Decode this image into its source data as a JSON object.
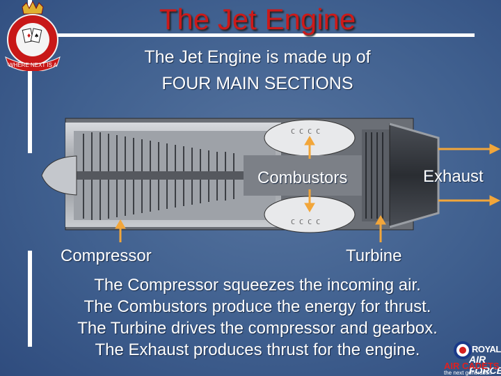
{
  "title": "The Jet Engine",
  "subtitle_line1": "The Jet Engine is made up of",
  "subtitle_line2": "FOUR MAIN SECTIONS",
  "labels": {
    "combustors": "Combustors",
    "exhaust": "Exhaust",
    "compressor": "Compressor",
    "turbine": "Turbine"
  },
  "statements": [
    "The Compressor squeezes the incoming air.",
    "The Combustors produce the energy for thrust.",
    "The Turbine drives the compressor and gearbox.",
    "The Exhaust produces thrust for the engine."
  ],
  "crest_text": "WHERE NEXT IS A",
  "logo": {
    "royal_air_force_top": "ROYAL",
    "royal_air_force_bottom": "AIR FORCE",
    "air_cadets": "AIR CADETS",
    "tagline": "the next generation"
  },
  "colors": {
    "background": "#3e5e94",
    "title": "#cc1a1a",
    "text": "#ffffff",
    "arrow": "#f2a63a"
  }
}
